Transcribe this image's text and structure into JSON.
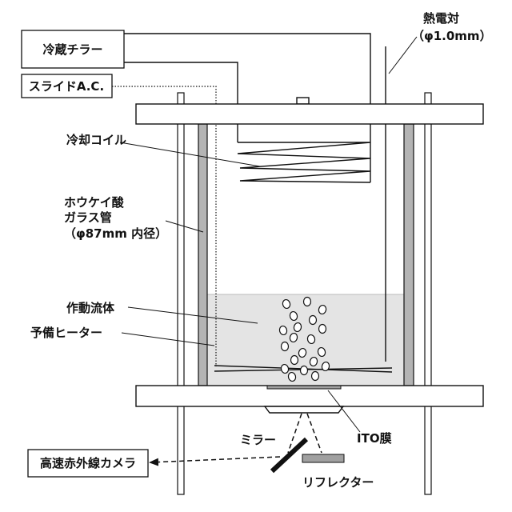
{
  "diagram": {
    "thermocouple": {
      "label": "熱電対",
      "spec": "（φ1.0mm）"
    },
    "chiller": {
      "label": "冷蔵チラー"
    },
    "slide_ac": {
      "label": "スライドA.C."
    },
    "cooling_coil": {
      "label": "冷却コイル"
    },
    "glass_tube": {
      "line1": "ホウケイ酸",
      "line2": "ガラス管",
      "line3": "（φ87mm 内径）"
    },
    "working_fluid": {
      "label": "作動流体"
    },
    "preheater": {
      "label": "予備ヒーター"
    },
    "ito_film": {
      "label": "ITO膜"
    },
    "mirror": {
      "label": "ミラー"
    },
    "camera": {
      "label": "高速赤外線カメラ"
    },
    "reflector": {
      "label": "リフレクター"
    }
  }
}
